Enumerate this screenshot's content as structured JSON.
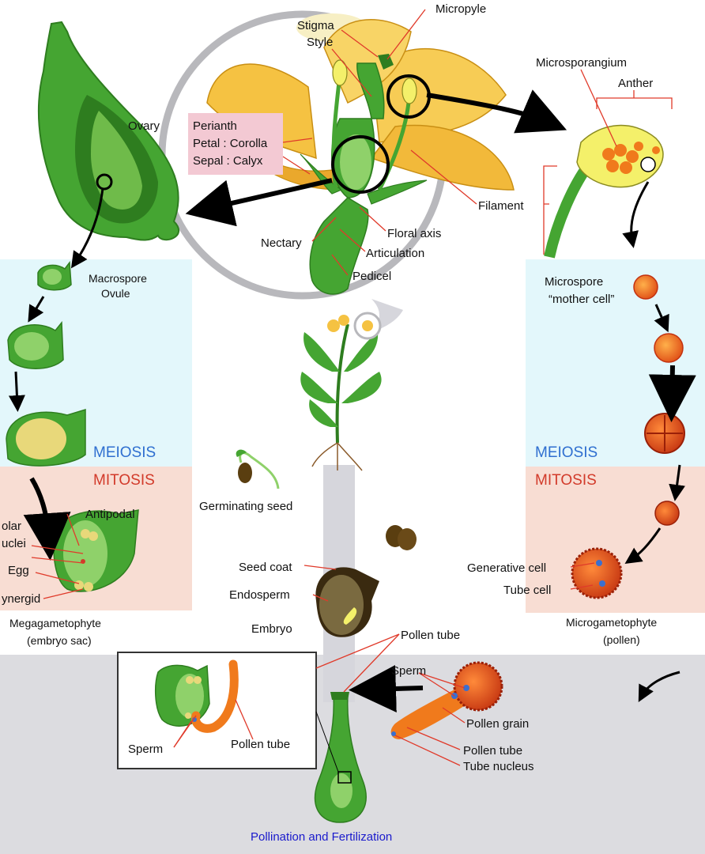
{
  "labels": {
    "micropyle": "Micropyle",
    "stigma": "Stigma",
    "style": "Style",
    "microsporangium": "Microsporangium",
    "anther": "Anther",
    "ovary": "Ovary",
    "perianth": "Perianth",
    "petal": "Petal : Corolla",
    "sepal": "Sepal : Calyx",
    "filament": "Filament",
    "nectary": "Nectary",
    "floral_axis": "Floral axis",
    "articulation": "Articulation",
    "pedicel": "Pedicel",
    "macrospore": "Macrospore",
    "ovule": "Ovule",
    "microspore": "Microspore",
    "mother_cell": "“mother cell”",
    "meiosis_left": "MEIOSIS",
    "meiosis_right": "MEIOSIS",
    "mitosis_left": "MITOSIS",
    "mitosis_right": "MITOSIS",
    "germinating_seed": "Germinating seed",
    "antipodal": "Antipodal",
    "polar": "olar",
    "nuclei": "uclei",
    "egg": "Egg",
    "synergid": "ynergid",
    "megagametophyte": "Megagametophyte",
    "embryo_sac": "(embryo sac)",
    "seed_coat": "Seed coat",
    "endosperm": "Endosperm",
    "embryo": "Embryo",
    "generative_cell": "Generative cell",
    "tube_cell": "Tube cell",
    "microgametophyte": "Microgametophyte",
    "pollen": "(pollen)",
    "pollen_tube_top": "Pollen tube",
    "sperm_right": "Sperm",
    "pollen_grain": "Pollen grain",
    "pollen_tube_right": "Pollen tube",
    "tube_nucleus": "Tube nucleus",
    "sperm_inset": "Sperm",
    "pollen_tube_inset": "Pollen tube",
    "caption": "Pollination and Fertilization"
  },
  "colors": {
    "green_dark": "#2e7d1f",
    "green_mid": "#45a532",
    "green_light": "#8fd16a",
    "yellow_petal": "#f5c242",
    "meiosis_bg": "#e3f7fb",
    "mitosis_bg": "#f8ddd3",
    "bottom_bg": "#dcdce0",
    "orange": "#f07a1c",
    "leader": "#e03a2a"
  }
}
